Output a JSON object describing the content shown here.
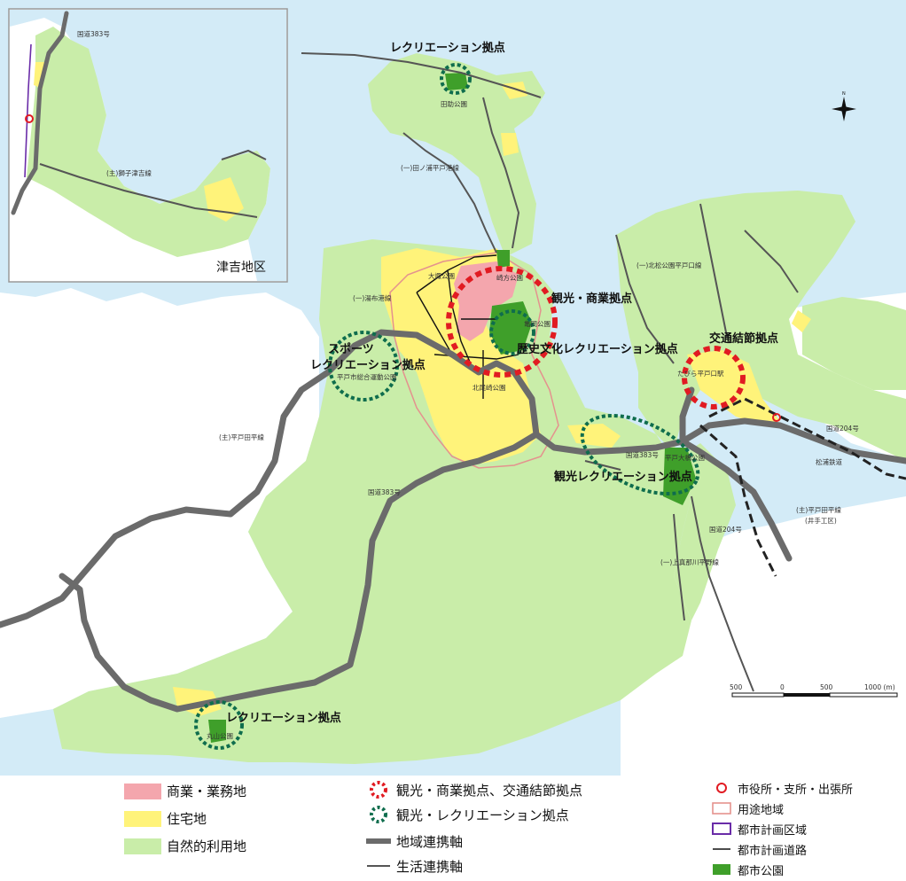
{
  "colors": {
    "sea": "#d3ebf7",
    "land_white": "#ffffff",
    "natural": "#c9eda9",
    "residential": "#fff37a",
    "commercial": "#f4a6ad",
    "park": "#3f9f2a",
    "road_regional": "#6b6b6b",
    "road_life": "#555555",
    "tourism_node": "#e11b22",
    "recreation_node": "#0f6d4d",
    "zoning_border": "#e4928e",
    "city_area_border": "#6a2ca8"
  },
  "inset": {
    "district_label": "津吉地区",
    "road_labels": [
      "国道383号",
      "(主)獅子津吉線"
    ]
  },
  "nodes": {
    "recreation_north": "レクリエーション拠点",
    "tourism_commercial": "観光・商業拠点",
    "history_culture": "歴史文化レクリエーション拠点",
    "sports_line1": "スポーツ",
    "sports_line2": "レクリエーション拠点",
    "transport": "交通結節拠点",
    "tourism_recreation": "観光レクリエーション拠点",
    "recreation_south": "レクリエーション拠点"
  },
  "small_labels": {
    "park_north": "田助公園",
    "road_north": "(一)田ノ浦平戸港線",
    "road_east1": "(一)北松公園平戸口線",
    "park_osoto": "大諏公園",
    "park_saki": "崎方公園",
    "road_nishi": "(一)湯布港線",
    "park_kameoka": "亀岡公園",
    "park_sports": "平戸市総合運動公園",
    "park_kitao": "北尾崎公園",
    "road_hiradota": "(主)平戸田平線",
    "route383_mid": "国道383号",
    "route383_right": "国道383号",
    "route204_right": "国道204号",
    "route204_mid": "国道204号",
    "station": "たびら平戸口駅",
    "railway": "松浦鉄道",
    "road_tabira": "(主)平戸田平線",
    "road_tabira2": "(井手工区)",
    "road_south_e": "(一)上真那川平野線",
    "park_south": "丸山公園",
    "park_ukuji": "平戸大橋公園"
  },
  "scale": {
    "labels": [
      "500",
      "0",
      "500",
      "1000 (m)"
    ]
  },
  "legend": {
    "commercial": "商業・業務地",
    "residential": "住宅地",
    "natural": "自然的利用地",
    "tourism_node": "観光・商業拠点、交通結節拠点",
    "recreation_node": "観光・レクリエーション拠点",
    "regional_axis": "地域連携軸",
    "life_axis": "生活連携軸",
    "city_office": "市役所・支所・出張所",
    "zoning": "用途地域",
    "city_planning_area": "都市計画区域",
    "city_planning_road": "都市計画道路",
    "city_park": "都市公園"
  }
}
